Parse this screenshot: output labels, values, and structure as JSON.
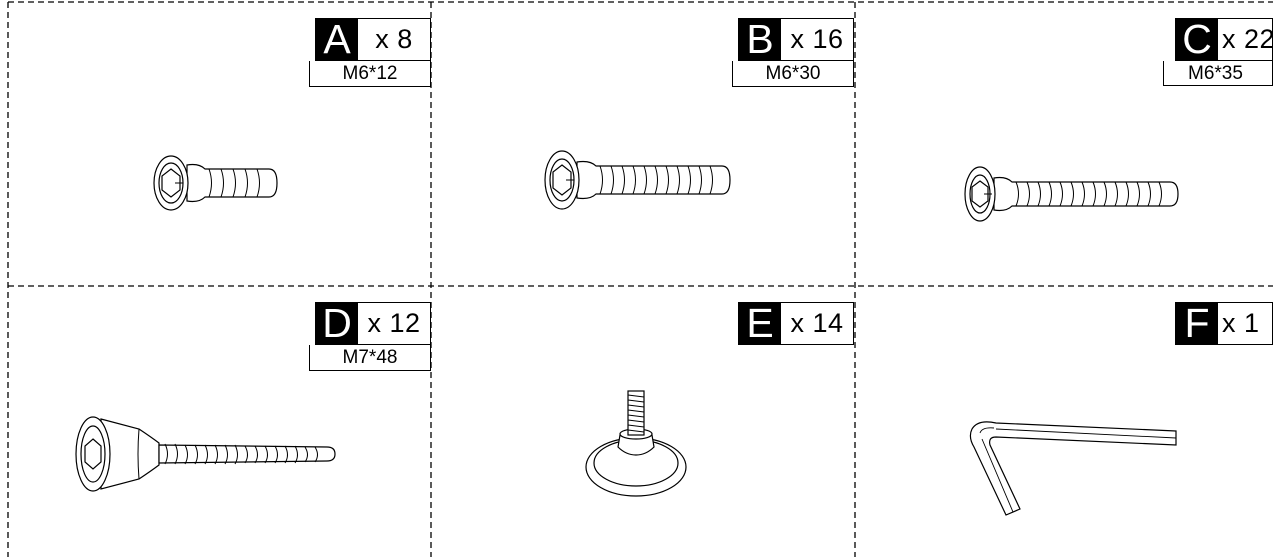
{
  "parts": [
    {
      "letter": "A",
      "qty": "x 8",
      "size": "M6*12",
      "icon": "screw-short-icon"
    },
    {
      "letter": "B",
      "qty": "x 16",
      "size": "M6*30",
      "icon": "screw-medium-icon"
    },
    {
      "letter": "C",
      "qty": "x 22",
      "size": "M6*35",
      "icon": "screw-long-icon"
    },
    {
      "letter": "D",
      "qty": "x 12",
      "size": "M7*48",
      "icon": "connector-bolt-icon"
    },
    {
      "letter": "E",
      "qty": "x 14",
      "size": "",
      "icon": "leveling-foot-icon"
    },
    {
      "letter": "F",
      "qty": "x 1",
      "size": "",
      "icon": "allen-key-icon"
    }
  ]
}
